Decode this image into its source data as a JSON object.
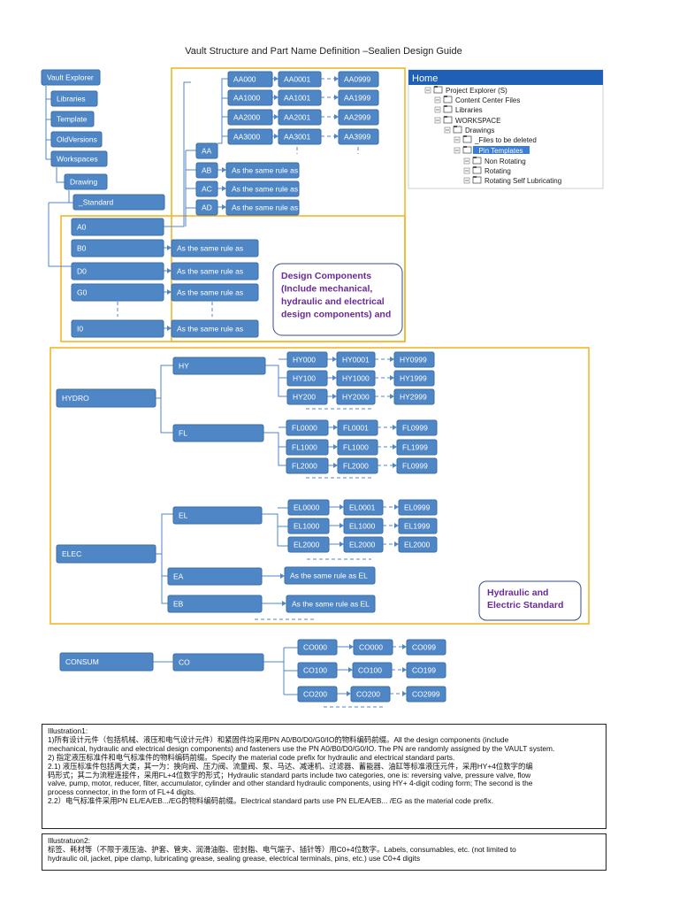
{
  "page": {
    "title": "Vault Structure and Part Name Definition –Sealien Design Guide"
  },
  "colors": {
    "box_fill": "#4f86c6",
    "box_stroke": "#3a6ea5",
    "frame": "#f2b21c",
    "connector": "#4f86c6",
    "callout_text": "#6a2a9a",
    "callout_border": "#3a4a8a",
    "header_bg": "#1f5fb5"
  },
  "vault_tree": [
    "Vault Explorer",
    "Libraries",
    "Template",
    "OldVersions",
    "Workspaces",
    "Drawing",
    "_Standard"
  ],
  "project_explorer": {
    "header": "Home",
    "items": [
      {
        "label": "Project Explorer (S)",
        "icon": "project-icon"
      },
      {
        "label": "Content Center Files",
        "icon": "folder-icon"
      },
      {
        "label": "Libraries",
        "icon": "folder-icon"
      },
      {
        "label": "WORKSPACE",
        "icon": "folder-icon"
      },
      {
        "label": "Drawings",
        "icon": "folder-icon"
      },
      {
        "label": "_Files to be deleted",
        "icon": "folder-icon"
      },
      {
        "label": "_Pin Templates",
        "icon": "folder-icon",
        "selected": true
      },
      {
        "label": "Non Rotating",
        "icon": "folder-icon"
      },
      {
        "label": "Rotating",
        "icon": "folder-icon"
      },
      {
        "label": "Rotating Self Lubricating",
        "icon": "folder-icon"
      }
    ]
  },
  "design_components": {
    "roots": [
      "A0",
      "B0",
      "D0",
      "G0",
      "I0"
    ],
    "same_rule": "As the same rule as",
    "a_children": [
      "AA",
      "AB",
      "AC",
      "AD"
    ],
    "aa_rows": [
      [
        "AA000",
        "AA0001",
        "AA0999"
      ],
      [
        "AA1000",
        "AA1001",
        "AA1999"
      ],
      [
        "AA2000",
        "AA2001",
        "AA2999"
      ],
      [
        "AA3000",
        "AA3001",
        "AA3999"
      ]
    ],
    "callout": [
      "Design Components",
      "(Include mechanical,",
      "hydraulic and electrical",
      "design components) and"
    ]
  },
  "hydraulic_electric": {
    "hydro": "HYDRO",
    "hy": "HY",
    "hy_rows": [
      [
        "HY000",
        "HY0001",
        "HY0999"
      ],
      [
        "HY100",
        "HY1000",
        "HY1999"
      ],
      [
        "HY200",
        "HY2000",
        "HY2999"
      ]
    ],
    "fl": "FL",
    "fl_rows": [
      [
        "FL0000",
        "FL0001",
        "FL0999"
      ],
      [
        "FL1000",
        "FL1000",
        "FL1999"
      ],
      [
        "FL2000",
        "FL2000",
        "FL0999"
      ]
    ],
    "elec": "ELEC",
    "el": "EL",
    "el_rows": [
      [
        "EL0000",
        "EL0001",
        "EL0999"
      ],
      [
        "EL1000",
        "EL1000",
        "EL1999"
      ],
      [
        "EL2000",
        "EL2000",
        "EL2000"
      ]
    ],
    "ea": "EA",
    "eb": "EB",
    "same_rule_el": "As the same rule as EL",
    "callout": [
      "Hydraulic and",
      "Electric Standard"
    ]
  },
  "consumables": {
    "consum": "CONSUM",
    "co": "CO",
    "co_rows": [
      [
        "CO000",
        "CO000",
        "CO099"
      ],
      [
        "CO100",
        "CO100",
        "CO199"
      ],
      [
        "CO200",
        "CO200",
        "CO2999"
      ]
    ]
  },
  "illustration1": {
    "heading": "Illustration1:",
    "lines": [
      "1)所有设计元件（包括机械、液压和电气设计元件）和紧固件均采用PN A0/B0/D0/G0/IO的物料编码前缀。All the design components (include",
      "mechanical, hydraulic and electrical design components) and fasteners use the PN A0/B0/D0/G0/IO. The PN are randomly assigned by the VAULT system.",
      "2) 指定液压标准件和电气标准件的物料编码前缀。Specify the material code prefix for hydraulic and electrical standard parts.",
      "2.1) 液压标准件包括两大类，其一为：换向阀、压力阀、流量阀、泵、马达、减速机、过滤器、蓄能器、油缸等标准液压元件，采用HY+4位数字的编",
      "码形式；其二为流程连接件，采用FL+4位数字的形式；Hydraulic standard parts include two categories, one is: reversing valve, pressure valve, flow",
      "valve, pump, motor, reducer, filter, accumulator, cylinder and other standard hydraulic components, using HY+ 4-digit coding form; The second is the",
      "process connector, in the form of FL+4 digits.",
      "2.2）电气标准件采用PN EL/EA/EB.../EG的物料编码前缀。Electrical standard parts use PN EL/EA/EB... /EG as the material code prefix."
    ]
  },
  "illustration2": {
    "heading": "Illustratuon2:",
    "lines": [
      "标签、耗材等（不限于液压油、护套、管夹、润滑油脂、密封脂、电气端子、插针等）用C0+4位数字。Labels, consumables, etc. (not limited to",
      "hydraulic oil, jacket, pipe clamp, lubricating grease, sealing grease, electrical terminals, pins, etc.) use C0+4 digits"
    ]
  }
}
